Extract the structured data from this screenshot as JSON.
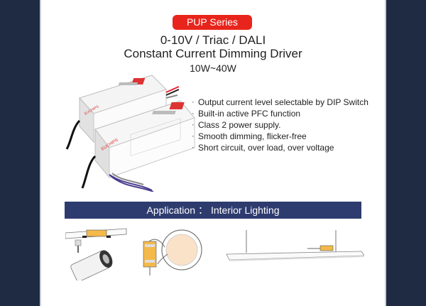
{
  "series_badge": "PUP Series",
  "title": {
    "line1": "0-10V / Triac / DALI",
    "line2": "Constant Current Dimming Driver",
    "line3": "10W~40W"
  },
  "product": {
    "brand": "EUCHIPS"
  },
  "features": [
    "Output current level selectable  by DIP Switch",
    "Built-in active PFC function",
    "Class 2 power supply.",
    "Smooth dimming, flicker-free",
    "Short circuit, over load, over voltage"
  ],
  "application": {
    "label": "Application",
    "separator": "：",
    "value": "Interior Lighting"
  },
  "colors": {
    "badge": "#e8251c",
    "bar": "#2e3b6e",
    "frame": "#1e2b43"
  },
  "icons": [
    "track-light-icon",
    "downlight-icon",
    "panel-light-icon"
  ]
}
